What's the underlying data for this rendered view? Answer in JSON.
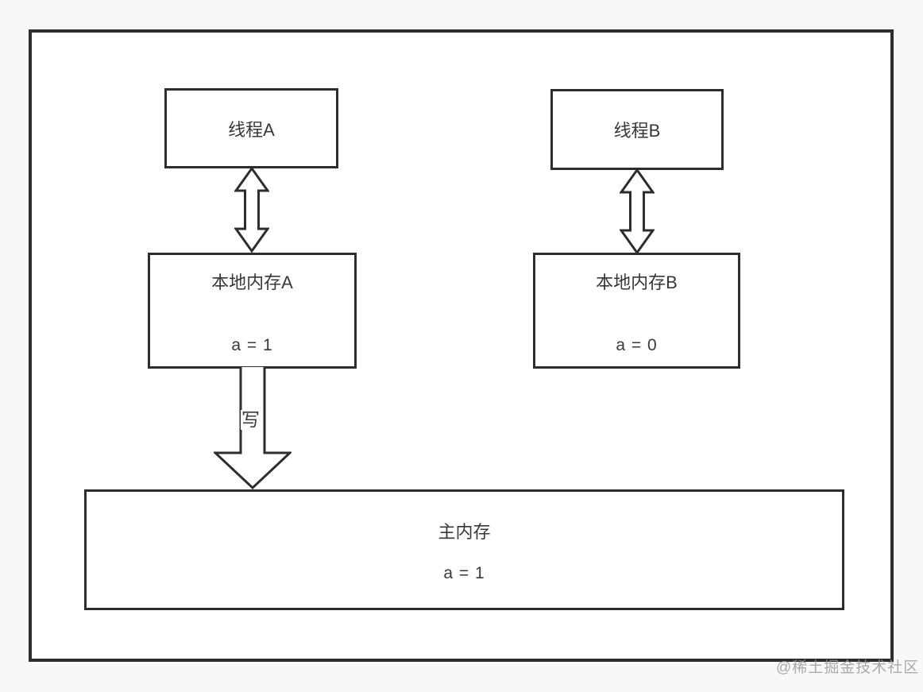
{
  "diagram": {
    "thread_a": {
      "label": "线程A"
    },
    "thread_b": {
      "label": "线程B"
    },
    "local_memory_a": {
      "title": "本地内存A",
      "value": "a = 1"
    },
    "local_memory_b": {
      "title": "本地内存B",
      "value": "a = 0"
    },
    "main_memory": {
      "title": "主内存",
      "value": "a = 1"
    },
    "write_arrow_label": "写",
    "colors": {
      "line": "#2d2d2d",
      "text": "#383838",
      "box_fill": "#ffffff",
      "page_background": "#f8f8f8",
      "watermark": "#969696"
    }
  },
  "watermark": "@稀土掘金技术社区"
}
